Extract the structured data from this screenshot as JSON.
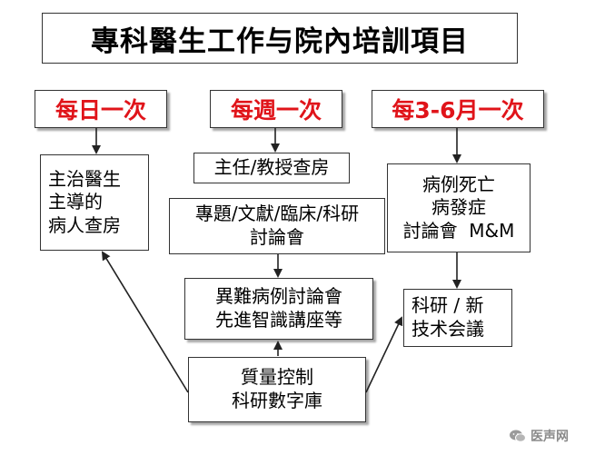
{
  "title": "專科醫生工作与院內培訓項目",
  "frequencies": {
    "daily": "每日一次",
    "weekly": "每週一次",
    "periodic": "每3-6月一次"
  },
  "nodes": {
    "attending_rounds": [
      "主治醫生",
      "主導的",
      "病人查房"
    ],
    "director_rounds": "主任/教授查房",
    "topic_discussion": [
      "專題/文獻/臨床/科研",
      "討論會"
    ],
    "difficult_cases": [
      "異難病例討論會",
      "先進智識講座等"
    ],
    "quality_control": [
      "質量控制",
      "科研數字庫"
    ],
    "mm_conference": [
      "病例死亡",
      "病發症",
      "討論會  M&M"
    ],
    "research_tech": [
      "科研 / 新",
      "技术会議"
    ]
  },
  "watermark": "医声网",
  "colors": {
    "frequency_text": "#e0141a",
    "border": "#333333",
    "watermark": "#8a8a8a"
  }
}
